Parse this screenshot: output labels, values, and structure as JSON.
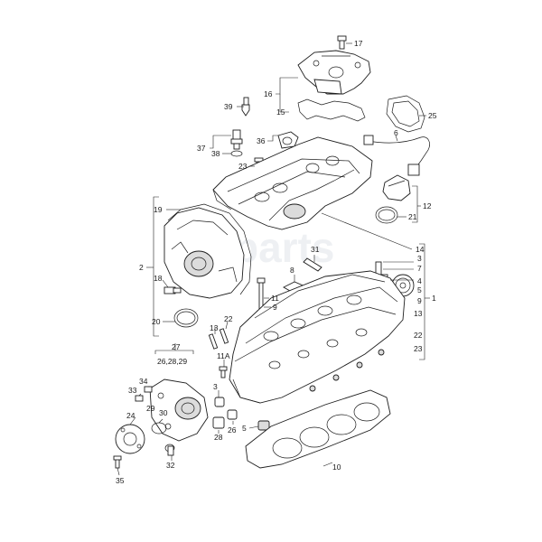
{
  "labels": [
    {
      "text": "17"
    },
    {
      "text": "16"
    },
    {
      "text": "15"
    },
    {
      "text": "25"
    },
    {
      "text": "39"
    },
    {
      "text": "36"
    },
    {
      "text": "6"
    },
    {
      "text": "37"
    },
    {
      "text": "38"
    },
    {
      "text": "23"
    },
    {
      "text": "12"
    },
    {
      "text": "21"
    },
    {
      "text": "19"
    },
    {
      "text": "14"
    },
    {
      "text": "3"
    },
    {
      "text": "7"
    },
    {
      "text": "31"
    },
    {
      "text": "2"
    },
    {
      "text": "8"
    },
    {
      "text": "4"
    },
    {
      "text": "5"
    },
    {
      "text": "1"
    },
    {
      "text": "9"
    },
    {
      "text": "18"
    },
    {
      "text": "11"
    },
    {
      "text": "9"
    },
    {
      "text": "13"
    },
    {
      "text": "20"
    },
    {
      "text": "13"
    },
    {
      "text": "22"
    },
    {
      "text": "22"
    },
    {
      "text": "23"
    },
    {
      "text": "27"
    },
    {
      "text": "26,28,29"
    },
    {
      "text": "11A"
    },
    {
      "text": "34"
    },
    {
      "text": "33"
    },
    {
      "text": "3"
    },
    {
      "text": "30"
    },
    {
      "text": "29"
    },
    {
      "text": "24"
    },
    {
      "text": "5"
    },
    {
      "text": "28"
    },
    {
      "text": "26"
    },
    {
      "text": "10"
    },
    {
      "text": "32"
    },
    {
      "text": "35"
    }
  ],
  "watermark": "parts"
}
